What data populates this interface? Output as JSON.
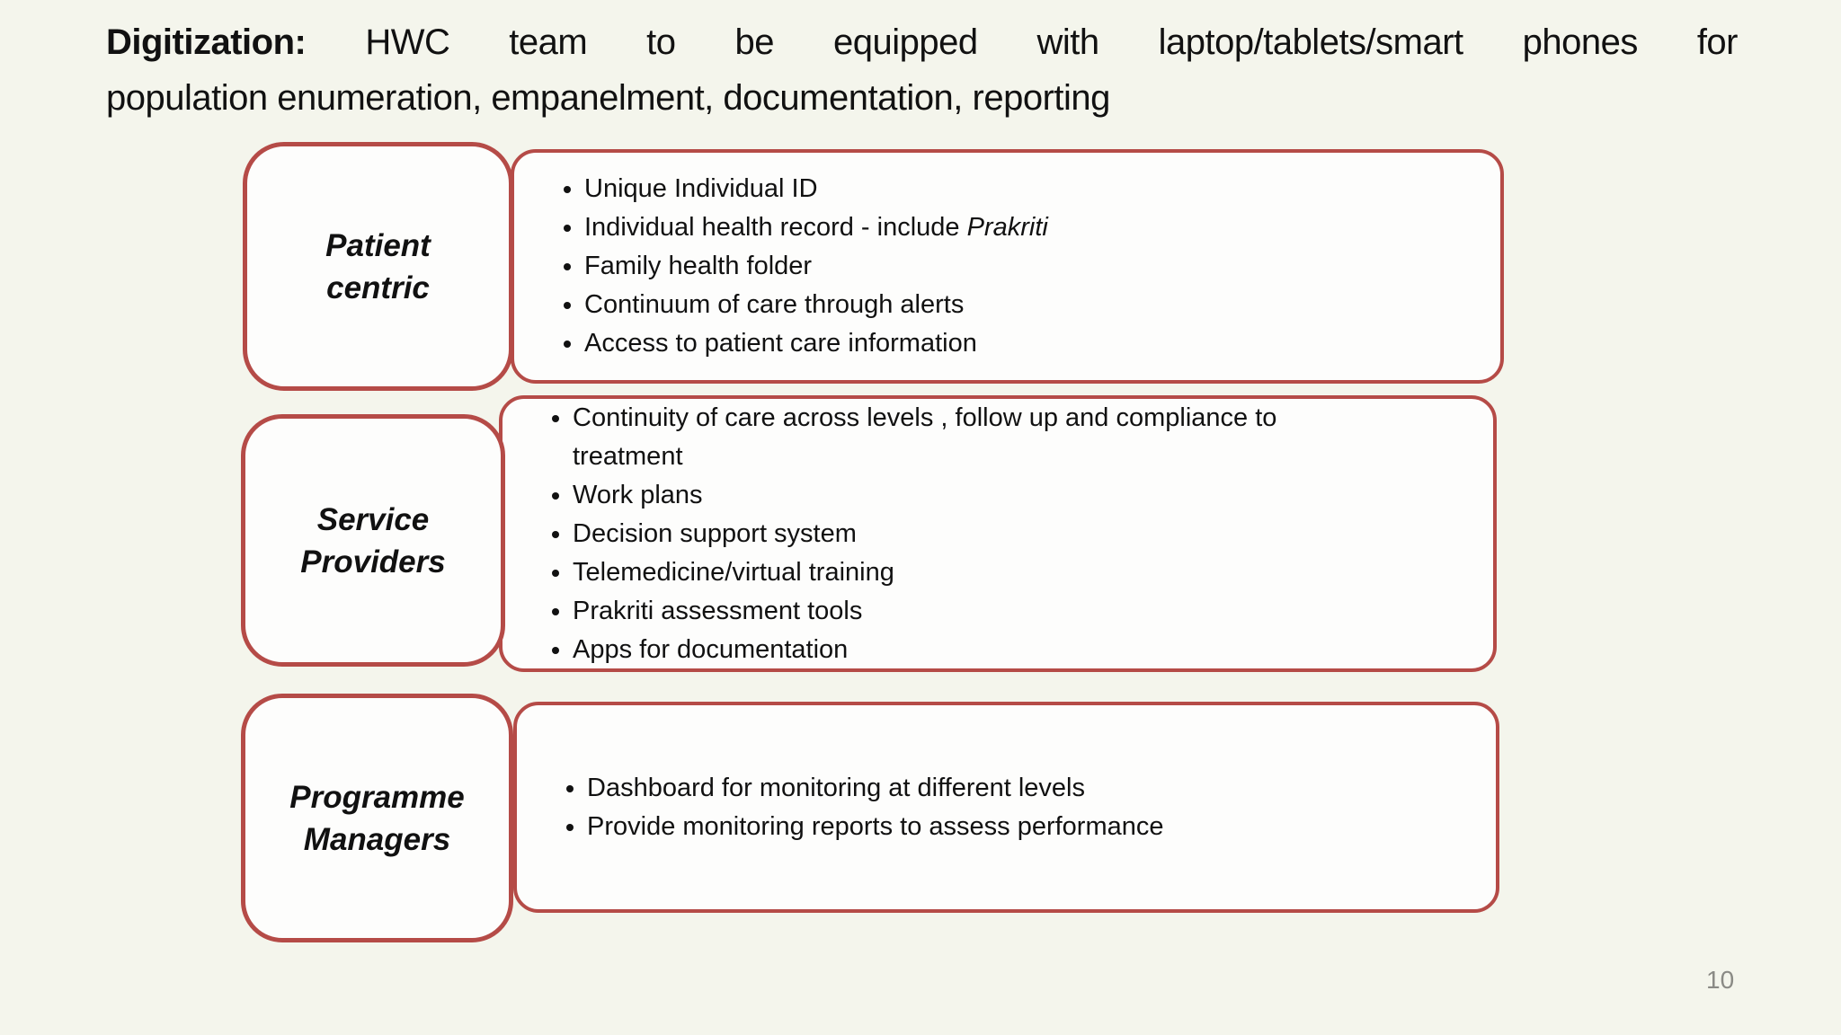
{
  "title": {
    "prefix_bold": "Digitization:",
    "line1_rest": " HWC team to be equipped with laptop/tablets/smart phones for",
    "line2": "population enumeration, empanelment, documentation, reporting"
  },
  "rows": [
    {
      "label": "Patient centric",
      "bullets": [
        [
          {
            "text": "Unique Individual ID"
          }
        ],
        [
          {
            "text": "Individual health record  - include "
          },
          {
            "text": "Prakriti",
            "italic": true
          }
        ],
        [
          {
            "text": "Family health folder"
          }
        ],
        [
          {
            "text": "Continuum of care through alerts"
          }
        ],
        [
          {
            "text": "Access to  patient care information"
          }
        ]
      ]
    },
    {
      "label": "Service Providers",
      "bullets": [
        [
          {
            "text": "Continuity of care across levels , follow up and compliance to treatment"
          }
        ],
        [
          {
            "text": "Work plans"
          }
        ],
        [
          {
            "text": "Decision support system"
          }
        ],
        [
          {
            "text": "Telemedicine/virtual training"
          }
        ],
        [
          {
            "text": "Prakriti assessment tools"
          }
        ],
        [
          {
            "text": "Apps for documentation"
          }
        ]
      ]
    },
    {
      "label": "Programme Managers",
      "bullets": [
        [
          {
            "text": "Dashboard for monitoring at different levels"
          }
        ],
        [
          {
            "text": "Provide monitoring reports to assess performance"
          }
        ]
      ]
    }
  ],
  "page_number": "10",
  "colors": {
    "accent_red": "#b54b47",
    "background": "#f4f5ec",
    "box_fill": "#fdfdfc",
    "text": "#111111",
    "page_number_gray": "#8a8a85"
  }
}
